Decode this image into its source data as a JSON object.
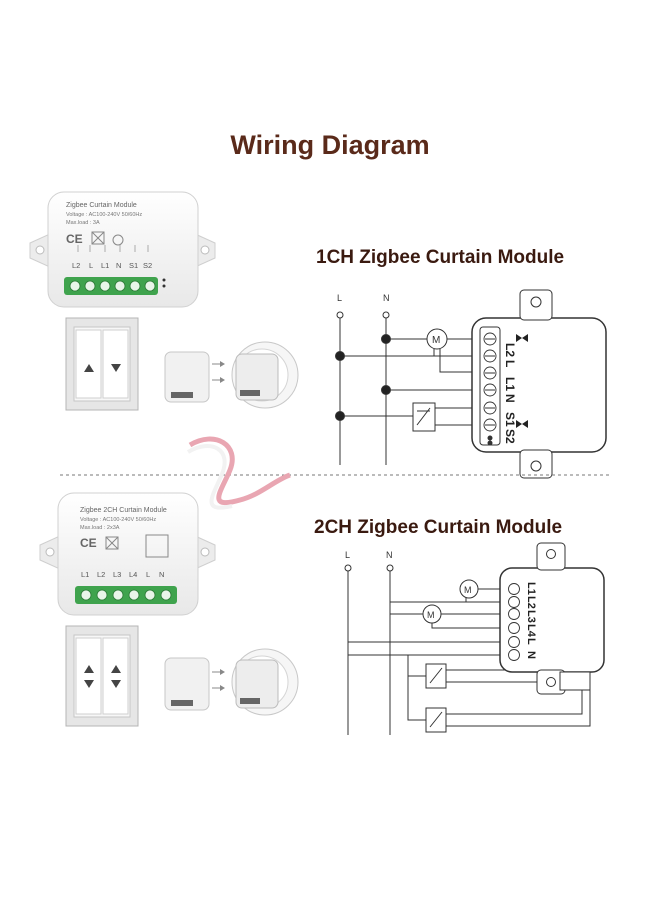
{
  "title": "Wiring Diagram",
  "section_1": {
    "heading": "1CH Zigbee Curtain Module",
    "module": {
      "name": "Zigbee Curtain Module",
      "voltage": "Voltage : AC100-240V 50/60Hz",
      "maxload": "Max.load : 3A",
      "terminals": [
        "L2",
        "L",
        "L1",
        "N",
        "S1",
        "S2"
      ]
    },
    "diagram": {
      "line_labels": [
        "L",
        "N"
      ],
      "motor_symbol": "M",
      "terminal_labels": [
        "L2",
        "L",
        "L1",
        "N",
        "S1",
        "S2"
      ]
    }
  },
  "section_2": {
    "heading": "2CH Zigbee Curtain Module",
    "module": {
      "name": "Zigbee 2CH Curtain Module",
      "voltage": "Voltage : AC100-240V 50/60Hz",
      "maxload": "Max.load : 2x3A",
      "terminals": [
        "L1",
        "L2",
        "L3",
        "L4",
        "L",
        "N"
      ]
    },
    "diagram": {
      "line_labels": [
        "L",
        "N"
      ],
      "motor_symbol": "M",
      "terminal_labels": [
        "L1",
        "L2",
        "L3",
        "L4",
        "L",
        "N"
      ]
    }
  },
  "colors": {
    "title": "#5a2a1a",
    "terminal_green": "#3fa34d",
    "wire": "#333333",
    "module_body": "#f4f4f4"
  }
}
